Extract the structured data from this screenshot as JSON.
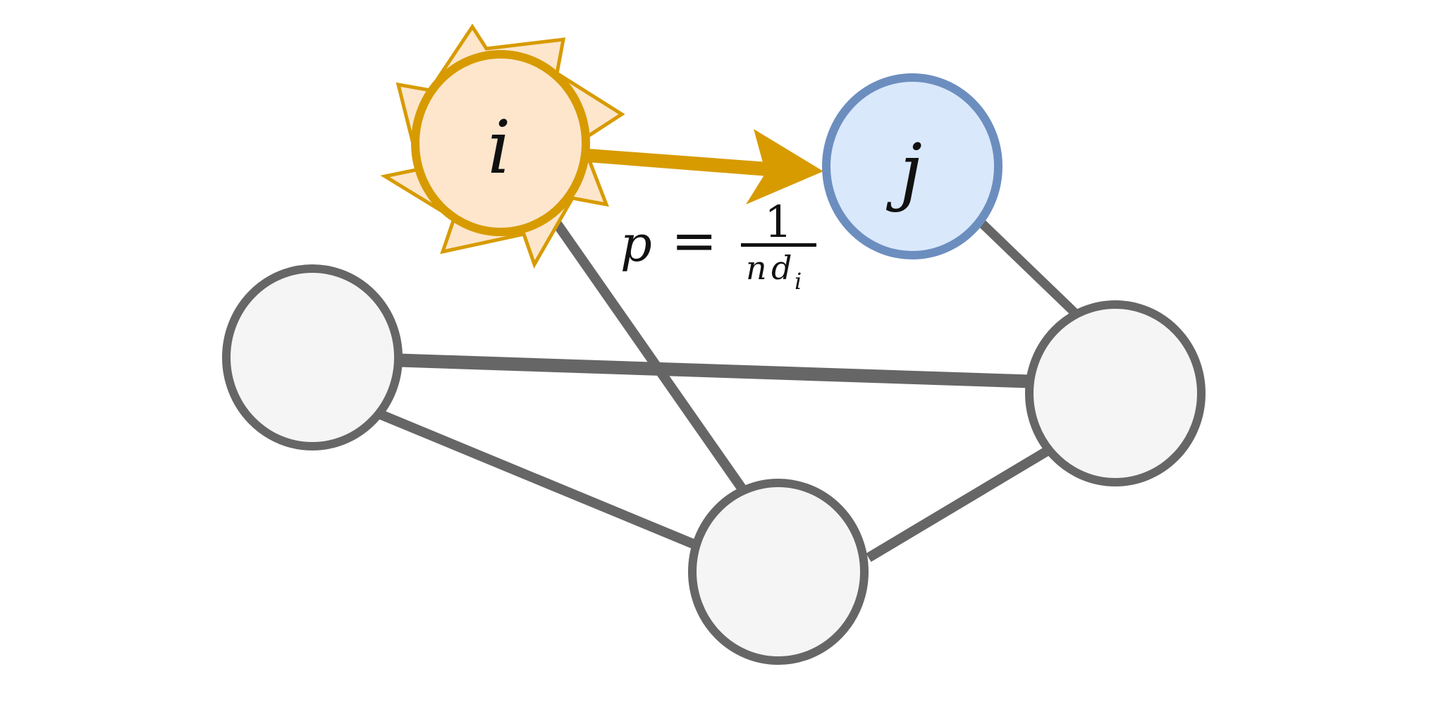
{
  "nodes": {
    "i": {
      "label": "i",
      "fill": "#FDE6CC",
      "stroke": "#D79B00"
    },
    "j": {
      "label": "j",
      "fill": "#DAE8FC",
      "stroke": "#6C8EBF"
    },
    "plain": {
      "fill": "#F5F5F5",
      "stroke": "#666666"
    }
  },
  "arrow": {
    "color": "#D79B00"
  },
  "edges": {
    "color": "#666666"
  },
  "formula": {
    "lhs": "p",
    "equals": "=",
    "numerator": "1",
    "denominator_n": "n",
    "denominator_d": "d",
    "denominator_sub": "i"
  }
}
